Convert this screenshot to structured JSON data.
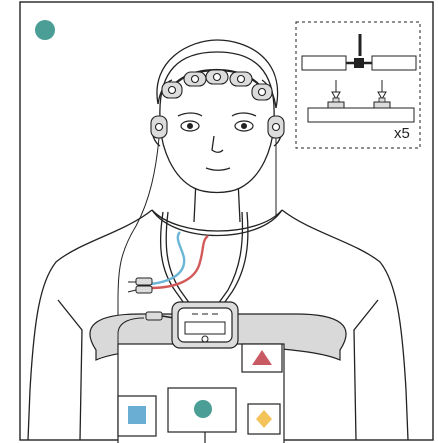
{
  "figure": {
    "inset_multiplier": "x5",
    "colors": {
      "badge_teal": "#4a9e96",
      "electrode_gray": "#dcdcdc",
      "lead_blue": "#6bb6d6",
      "lead_red": "#d45a5a",
      "marker_red": "#c95a64",
      "marker_blue": "#6aaed4",
      "marker_teal": "#4a9e96",
      "marker_yellow": "#f2c45a",
      "outline": "#222222",
      "strap_gray": "#d9d9d9"
    },
    "markers": {
      "top_right": "triangle",
      "bottom_left": "square",
      "bottom_center": "circle",
      "bottom_right": "diamond"
    }
  }
}
